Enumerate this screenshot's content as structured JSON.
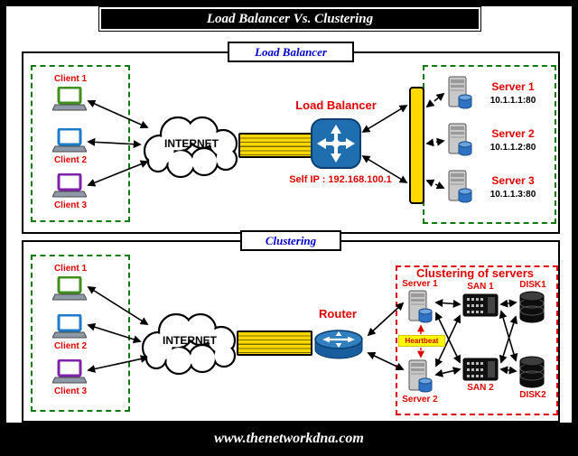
{
  "title": "Load Balancer Vs. Clustering",
  "footer": "www.thenetworkdna.com",
  "colors": {
    "accent_red": "#e10000",
    "label_blue": "#0000cc",
    "device_blue": "#1f6fb0",
    "pipe_yellow": "#ffd800",
    "client_green": "#3f8f1f",
    "client_blue": "#1f7ac8",
    "client_purple": "#8022a8"
  },
  "lb_panel": {
    "panel_label": "Load Balancer",
    "clients": [
      "Client 1",
      "Client 2",
      "Client 3"
    ],
    "internet_label": "INTERNET",
    "device_label": "Load Balancer",
    "self_ip": "Self IP : 192.168.100.1",
    "servers": [
      {
        "name": "Server 1",
        "addr": "10.1.1.1:80"
      },
      {
        "name": "Server 2",
        "addr": "10.1.1.2:80"
      },
      {
        "name": "Server 3",
        "addr": "10.1.1.3:80"
      }
    ]
  },
  "cluster_panel": {
    "panel_label": "Clustering",
    "clients": [
      "Client 1",
      "Client 2",
      "Client 3"
    ],
    "internet_label": "INTERNET",
    "router_label": "Router",
    "cluster_title": "Clustering of servers",
    "heartbeat_label": "Heartbeat",
    "servers": [
      "Server 1",
      "Server 2"
    ],
    "sans": [
      "SAN 1",
      "SAN 2"
    ],
    "disks": [
      "DISK1",
      "DISK2"
    ]
  }
}
